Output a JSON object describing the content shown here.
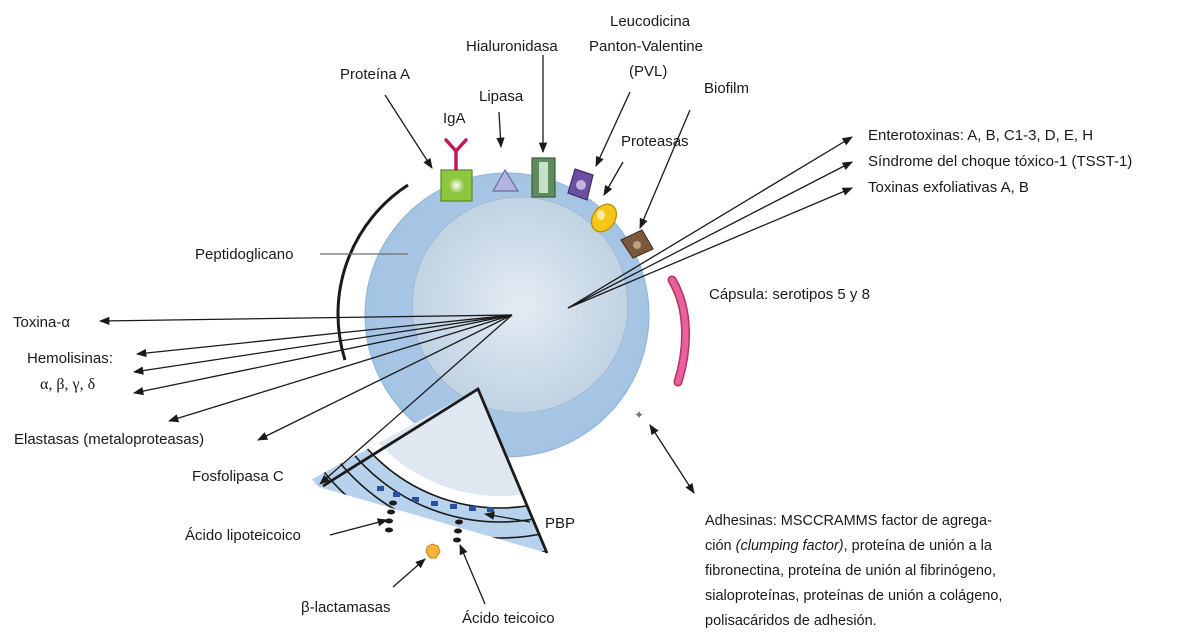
{
  "labels": {
    "proteina_a": "Proteína A",
    "iga": "IgA",
    "lipasa": "Lipasa",
    "hialuronidasa": "Hialuronidasa",
    "pvl_1": "Leucodicina",
    "pvl_2": "Panton-Valentine",
    "pvl_3": "(PVL)",
    "biofilm": "Biofilm",
    "proteasas": "Proteasas",
    "enterotoxinas": "Enterotoxinas: A, B, C1-3, D, E, H",
    "tsst": "Síndrome del choque tóxico-1 (TSST-1)",
    "toxinas_exfoliativas": "Toxinas exfoliativas A, B",
    "peptidoglicano": "Peptidoglicano",
    "capsula": "Cápsula: serotipos 5 y 8",
    "toxina_alfa": "Toxina-α",
    "hemolisinas": "Hemolisinas:",
    "hemolisinas_greek": "α, β, γ, δ",
    "elastasas": "Elastasas (metaloproteasas)",
    "fosfolipasa": "Fosfolipasa C",
    "acido_lipoteicoico": "Ácido lipoteicoico",
    "pbp": "PBP",
    "beta_lactamasas": "β-lactamasas",
    "acido_teicoico": "Ácido teicoico",
    "adhesinas": {
      "line1": "Adhesinas: MSCCRAMMS factor de agrega-",
      "line2_pre": "ción ",
      "line2_italic": "(clumping factor)",
      "line2_post": ", proteína de unión a la",
      "line3": "fibronectina, proteína de unión al fibrinógeno,",
      "line4": "sialoproteínas, proteínas de unión a colágeno,",
      "line5": "polisacáridos de adhesión."
    }
  },
  "colors": {
    "outer_cell": "#a9c8e6",
    "inner_cell": "#c9d9e8",
    "proteina_a_box": "#8dc63f",
    "iga": "#c2185b",
    "lipasa": "#b3b3e0",
    "hialuronidasa": "#5e8c5e",
    "pvl": "#6b4fa0",
    "proteasas": "#f5c518",
    "biofilm": "#7a5a3a",
    "capsule": "#e85a9a",
    "wall_bands": "#b9d4ee",
    "beta_lactamasa": "#f4b43a",
    "pbp": "#2e4fa0"
  }
}
